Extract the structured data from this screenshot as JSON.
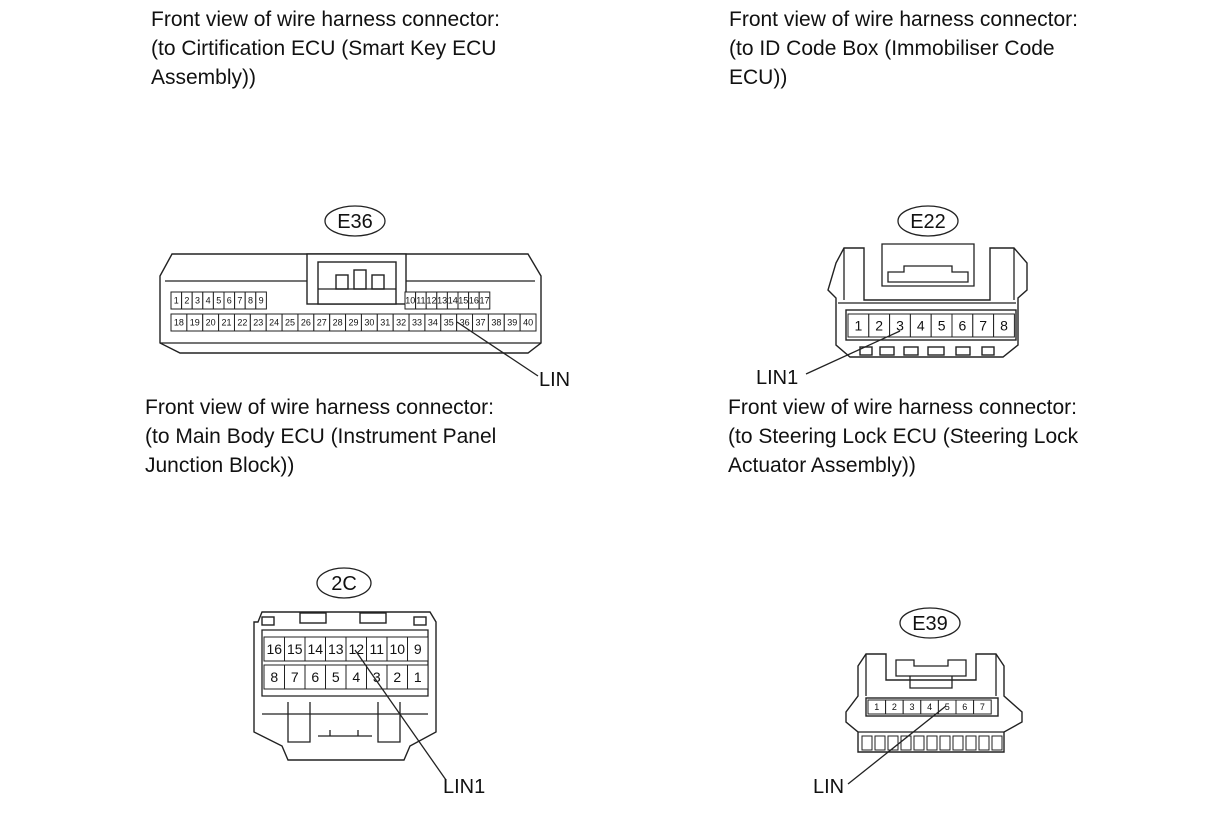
{
  "connectors": [
    {
      "id": "e36",
      "code": "E36",
      "caption": [
        "Front view of wire harness connector:",
        "(to Cirtification ECU (Smart Key ECU",
        "Assembly))"
      ],
      "pins_top": [
        "1",
        "2",
        "3",
        "4",
        "5",
        "6",
        "7",
        "8",
        "9",
        "",
        "10",
        "11",
        "12",
        "13",
        "14",
        "15",
        "16",
        "17"
      ],
      "pins_bottom": [
        "18",
        "19",
        "20",
        "21",
        "22",
        "23",
        "24",
        "25",
        "26",
        "27",
        "28",
        "29",
        "30",
        "31",
        "32",
        "33",
        "34",
        "35",
        "36",
        "37",
        "38",
        "39",
        "40"
      ],
      "callout": {
        "label": "LIN",
        "pin": "36"
      }
    },
    {
      "id": "e22",
      "code": "E22",
      "caption": [
        "Front view of wire harness connector:",
        "(to ID Code Box (Immobiliser Code",
        "ECU))"
      ],
      "pins": [
        "1",
        "2",
        "3",
        "4",
        "5",
        "6",
        "7",
        "8"
      ],
      "callout": {
        "label": "LIN1",
        "pin": "3"
      }
    },
    {
      "id": "c2c",
      "code": "2C",
      "caption": [
        "Front view of wire harness connector:",
        "(to Main Body ECU (Instrument Panel",
        "Junction Block))"
      ],
      "pins_top": [
        "16",
        "15",
        "14",
        "13",
        "12",
        "11",
        "10",
        "9"
      ],
      "pins_bottom": [
        "8",
        "7",
        "6",
        "5",
        "4",
        "3",
        "2",
        "1"
      ],
      "callout": {
        "label": "LIN1",
        "pin": "12"
      }
    },
    {
      "id": "e39",
      "code": "E39",
      "caption": [
        "Front view of wire harness connector:",
        "(to Steering Lock ECU (Steering Lock",
        "Actuator Assembly))"
      ],
      "pins": [
        "1",
        "2",
        "3",
        "4",
        "5",
        "6",
        "7"
      ],
      "callout": {
        "label": "LIN",
        "pin": "5"
      }
    }
  ]
}
